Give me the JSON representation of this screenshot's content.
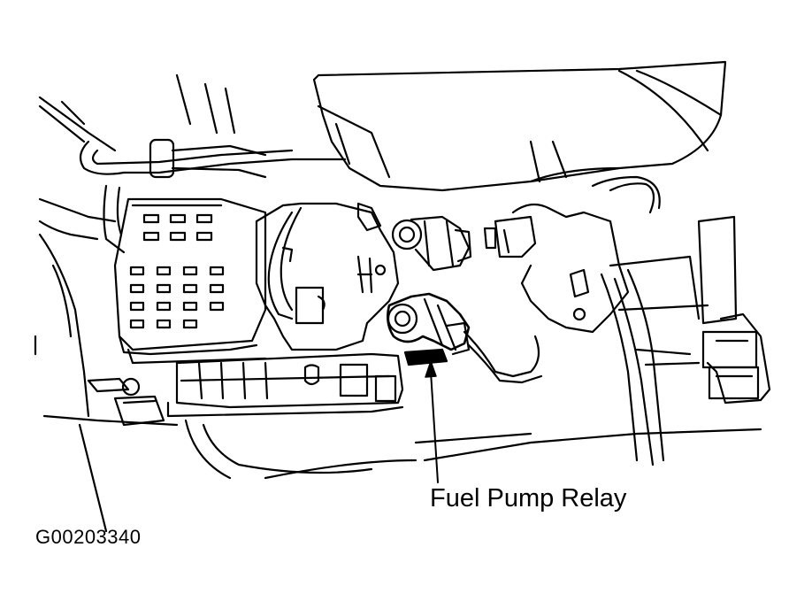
{
  "diagram": {
    "title": "Fuel pump relay location",
    "callout_label": "Fuel Pump Relay",
    "figure_id": "G00203340",
    "ink_color": "#000000",
    "background_color": "#ffffff"
  }
}
